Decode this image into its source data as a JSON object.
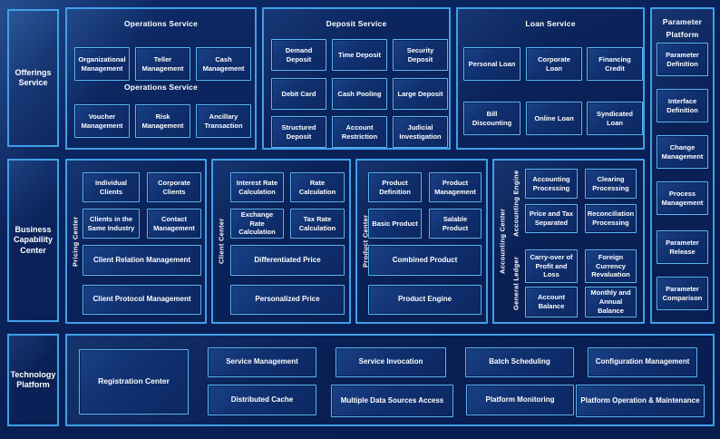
{
  "colors": {
    "page_bg": "#0a2157",
    "panel_border": "#3fa0e8",
    "box_border": "#5ab8f2",
    "box_fill": "#10306f",
    "text": "#ffffff"
  },
  "left_column": {
    "offerings": "Offerings Service",
    "business_capability": "Business Capability Center",
    "technology": "Technology Platform"
  },
  "operations": {
    "title": "Operations Service",
    "mid_label": "Operations Service",
    "row1": [
      "Organizational Management",
      "Teller Management",
      "Cash Management"
    ],
    "row2": [
      "Voucher Management",
      "Risk Management",
      "Ancillary Transaction"
    ]
  },
  "deposit": {
    "title": "Deposit Service",
    "rows": [
      [
        "Demand Deposit",
        "Time Deposit",
        "Security Deposit"
      ],
      [
        "Debit Card",
        "Cash Pooling",
        "Large Deposit"
      ],
      [
        "Structured Deposit",
        "Account Restriction",
        "Judicial Investigation"
      ]
    ]
  },
  "loan": {
    "title": "Loan Service",
    "rows": [
      [
        "Personal Loan",
        "Corporate Loan",
        "Financing Credit"
      ],
      [
        "Bill Discounting",
        "Online Loan",
        "Syndicated Loan"
      ]
    ]
  },
  "parameter_platform": {
    "title": "Parameter Platform",
    "items": [
      "Parameter Definition",
      "Interface Definition",
      "Change Management",
      "Process Management",
      "Parameter Release",
      "Parameter Comparison"
    ]
  },
  "pricing_center": {
    "side_label": "Pricing Center",
    "small": [
      "Individual Clients",
      "Corporate Clients",
      "Clients in the Same Industry",
      "Contact Management"
    ],
    "wide": [
      "Client Relation Management",
      "Client Protocol Management"
    ]
  },
  "client_center": {
    "side_label": "Client Center",
    "small": [
      "Interest Rate Calculation",
      "Rate Calculation",
      "Exchange Rate Calculation",
      "Tax Rate Calculation"
    ],
    "wide": [
      "Differentiated Price",
      "Personalized Price"
    ]
  },
  "product_center": {
    "side_label": "Product Center",
    "small": [
      "Product Definition",
      "Product Management",
      "Basic Product",
      "Salable Product"
    ],
    "wide": [
      "Combined Product",
      "Product Engine"
    ]
  },
  "accounting_center": {
    "side_label": "Accounting Center",
    "groups": [
      {
        "label": "Accounting Engine",
        "items": [
          "Accounting Processing",
          "Clearing Processing",
          "Price and Tax Separated",
          "Reconciliation Processing"
        ]
      },
      {
        "label": "General Ledger",
        "items": [
          "Carry-over of Profit and Loss",
          "Foreign Currency Revaluation",
          "Account Balance",
          "Monthly and Annual Balance"
        ]
      }
    ]
  },
  "technology_platform": {
    "registration": "Registration Center",
    "row1": [
      "Service Management",
      "Service Invocation",
      "Batch Scheduling",
      "Configuration Management"
    ],
    "row2": [
      "Distributed Cache",
      "Multiple Data Sources Access",
      "Platform Monitoring",
      "Platform Operation & Maintenance"
    ]
  }
}
